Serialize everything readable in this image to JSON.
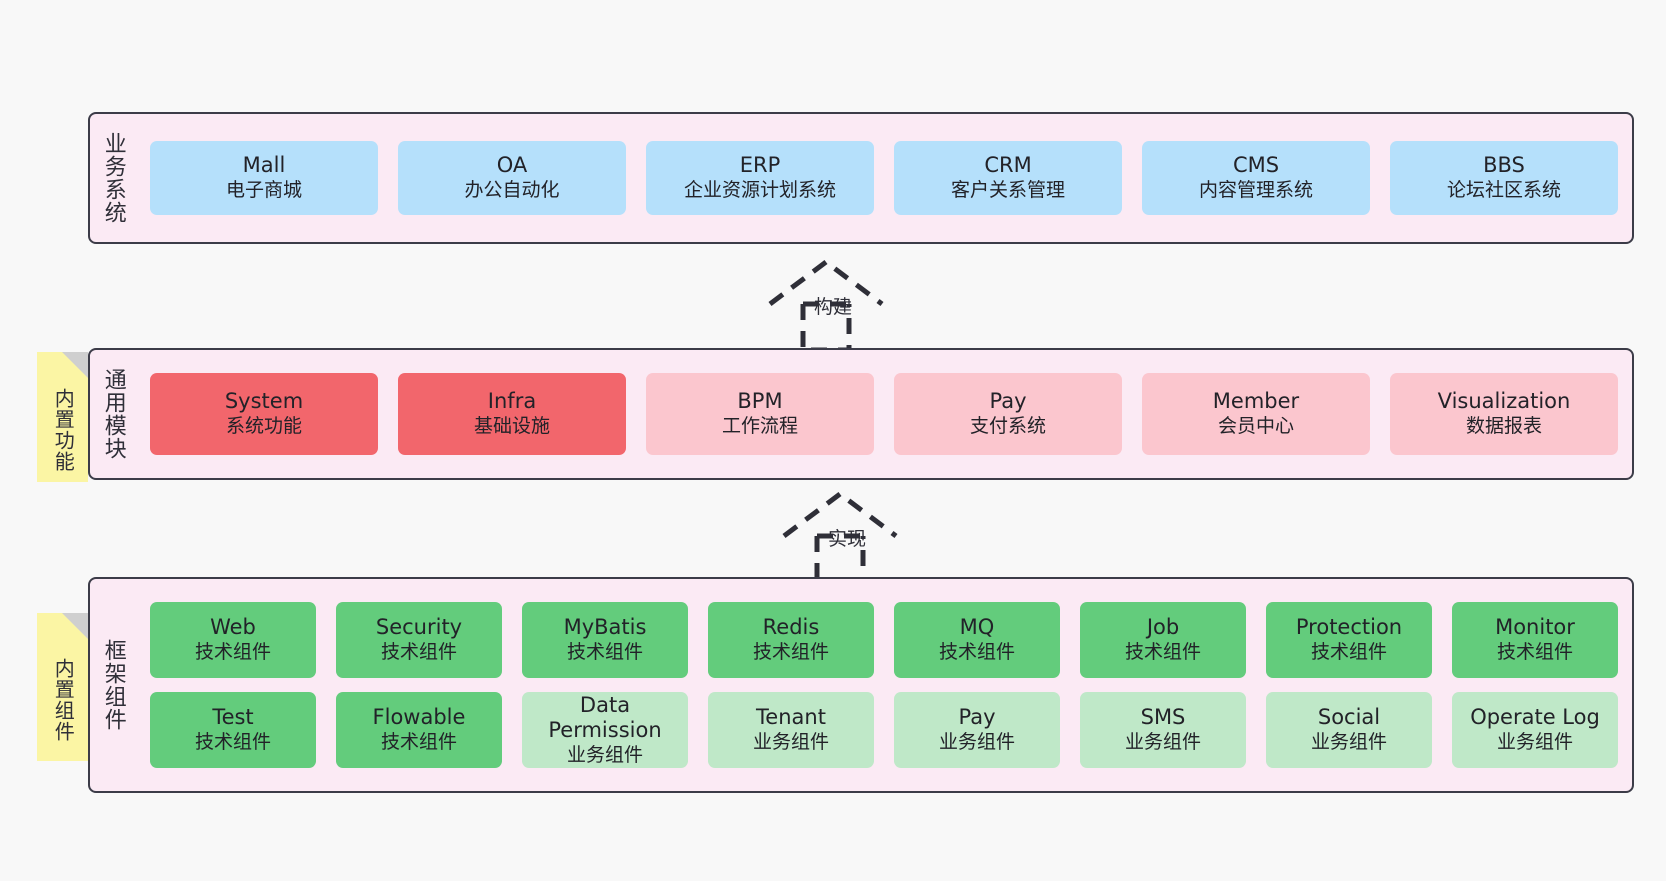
{
  "diagram": {
    "title_hidden": "",
    "colors": {
      "layer_background": "#fbeaf4",
      "layer_border": "#3c3c48",
      "business_node": "#b5e0fb",
      "core_module": "#f2666c",
      "optional_module": "#fbc6ce",
      "tech_component": "#63cc7c",
      "biz_component": "#bfe8c8",
      "note": "#fbf5a4",
      "note_fold": "#cfcfcf",
      "page_background": "#f8f8f8"
    }
  },
  "layers": [
    {
      "id": "business",
      "title": "业务系统",
      "rows": [
        {
          "nodes": [
            {
              "en": "Mall",
              "cn": "电子商城",
              "style": "blue"
            },
            {
              "en": "OA",
              "cn": "办公自动化",
              "style": "blue"
            },
            {
              "en": "ERP",
              "cn": "企业资源计划系统",
              "style": "blue"
            },
            {
              "en": "CRM",
              "cn": "客户关系管理",
              "style": "blue"
            },
            {
              "en": "CMS",
              "cn": "内容管理系统",
              "style": "blue"
            },
            {
              "en": "BBS",
              "cn": "论坛社区系统",
              "style": "blue"
            }
          ]
        }
      ]
    },
    {
      "id": "common",
      "title": "通用模块",
      "note": "内置功能",
      "rows": [
        {
          "nodes": [
            {
              "en": "System",
              "cn": "系统功能",
              "style": "red"
            },
            {
              "en": "Infra",
              "cn": "基础设施",
              "style": "red"
            },
            {
              "en": "BPM",
              "cn": "工作流程",
              "style": "pink"
            },
            {
              "en": "Pay",
              "cn": "支付系统",
              "style": "pink"
            },
            {
              "en": "Member",
              "cn": "会员中心",
              "style": "pink"
            },
            {
              "en": "Visualization",
              "cn": "数据报表",
              "style": "pink"
            }
          ]
        }
      ]
    },
    {
      "id": "framework",
      "title": "框架组件",
      "note": "内置组件",
      "rows": [
        {
          "nodes": [
            {
              "en": "Web",
              "cn": "技术组件",
              "style": "green"
            },
            {
              "en": "Security",
              "cn": "技术组件",
              "style": "green"
            },
            {
              "en": "MyBatis",
              "cn": "技术组件",
              "style": "green"
            },
            {
              "en": "Redis",
              "cn": "技术组件",
              "style": "green"
            },
            {
              "en": "MQ",
              "cn": "技术组件",
              "style": "green"
            },
            {
              "en": "Job",
              "cn": "技术组件",
              "style": "green"
            },
            {
              "en": "Protection",
              "cn": "技术组件",
              "style": "green"
            },
            {
              "en": "Monitor",
              "cn": "技术组件",
              "style": "green"
            }
          ]
        },
        {
          "nodes": [
            {
              "en": "Test",
              "cn": "技术组件",
              "style": "green"
            },
            {
              "en": "Flowable",
              "cn": "技术组件",
              "style": "green"
            },
            {
              "en": "Data Permission",
              "cn": "业务组件",
              "style": "mint"
            },
            {
              "en": "Tenant",
              "cn": "业务组件",
              "style": "mint"
            },
            {
              "en": "Pay",
              "cn": "业务组件",
              "style": "mint"
            },
            {
              "en": "SMS",
              "cn": "业务组件",
              "style": "mint"
            },
            {
              "en": "Social",
              "cn": "业务组件",
              "style": "mint"
            },
            {
              "en": "Operate Log",
              "cn": "业务组件",
              "style": "mint"
            }
          ]
        }
      ]
    }
  ],
  "arrows": [
    {
      "id": "build",
      "label": "构建",
      "from": "common",
      "to": "business"
    },
    {
      "id": "impl",
      "label": "实现",
      "from": "framework",
      "to": "common"
    }
  ]
}
